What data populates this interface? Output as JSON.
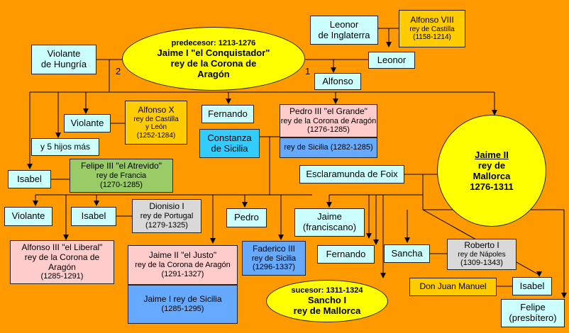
{
  "jaime1": {
    "label": "predecesor: 1213-1276",
    "line1": "Jaime I \"el Conquistador\"",
    "line2": "rey de la Corona de",
    "line3": "Aragón"
  },
  "leonor_ing": {
    "line1": "Leonor",
    "line2": "de Inglaterra"
  },
  "alfonso8": {
    "name": "Alfonso VIII",
    "title": "rey de Castilla",
    "dates": "(1158-1214)"
  },
  "leonor": "Leonor",
  "alfonso": "Alfonso",
  "violante_hun": {
    "line1": "Violante",
    "line2": "de Hungría"
  },
  "marriage_2": "2",
  "marriage_1": "1",
  "violante": "Violante",
  "alfonso10": {
    "name": "Alfonso X",
    "line1": "rey de Castilla",
    "line2": "y León",
    "dates": "(1252-1284)"
  },
  "fernando_top": "Fernando",
  "pedro3": {
    "name": "Pedro III \"el Grande\"",
    "title": "rey de la Corona de Aragón",
    "dates": "(1276-1285)",
    "sicily": "rey de Sicilia (1282-1285)"
  },
  "constanza": {
    "line1": "Constanza",
    "line2": "de Sicilia"
  },
  "five_children": "y 5 hijos más",
  "jaime2_mallorca": {
    "line1": "Jaime II",
    "line2": "rey de",
    "line3": "Mallorca",
    "line4": "1276-1311"
  },
  "isabel_left": "Isabel",
  "felipe3": {
    "name": "Felipe III \"el Atrevido\"",
    "title": "rey de Francia",
    "dates": "(1270-1285)"
  },
  "esclaramunda": "Esclaramunda de Foix",
  "violante2": "Violante",
  "isabel_port": "Isabel",
  "dionisio": {
    "name": "Dionisio I",
    "title": "rey de Portugal",
    "dates": "(1279-1325)"
  },
  "pedro": "Pedro",
  "jaime_fran": {
    "line1": "Jaime",
    "line2": "(franciscano)"
  },
  "alfonso3": {
    "line1": "Alfonso III \"el Liberal\"",
    "line2": "rey de la Corona de",
    "line3": "Aragón",
    "dates": "(1285-1291)"
  },
  "jaime2_justo": {
    "name": "Jaime II \"el Justo\"",
    "title": "rey de la Corona de Aragón",
    "dates": "(1291-1327)",
    "sicily": "Jaime I rey de Sicilia",
    "sicily_dates": "(1285-1295)"
  },
  "fadrique": {
    "name": "Faderico III",
    "title": "rey de Sicilia",
    "dates": "(1296-1337)"
  },
  "fernando_b": "Fernando",
  "sancha": "Sancha",
  "roberto": {
    "name": "Roberto I",
    "title": "rey de Nápoles",
    "dates": "(1309-1343)"
  },
  "sancho1": {
    "label": "sucesor: 1311-1324",
    "line1": "Sancho I",
    "line2": "rey de Mallorca"
  },
  "juan_manuel": "Don Juan Manuel",
  "isabel_right": "Isabel",
  "felipe_pres": {
    "line1": "Felipe",
    "line2": "(presbítero)"
  }
}
